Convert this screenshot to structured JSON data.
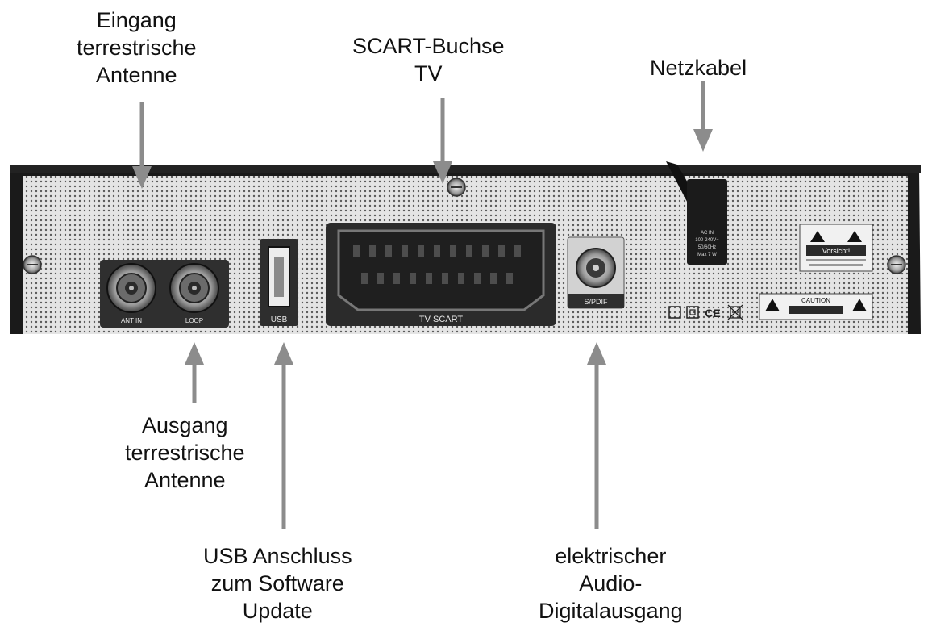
{
  "callouts": {
    "antenna_in": [
      "Eingang",
      "terrestrische",
      "Antenne"
    ],
    "scart": [
      "SCART-Buchse",
      "TV"
    ],
    "power": [
      "Netzkabel"
    ],
    "antenna_out": [
      "Ausgang",
      "terrestrische",
      "Antenne"
    ],
    "usb": [
      "USB Anschluss",
      "zum Software",
      "Update"
    ],
    "spdif": [
      "elektrischer",
      "Audio-",
      "Digitalausgang"
    ]
  },
  "panel_labels": {
    "ant_in": "ANT IN",
    "loop": "LOOP",
    "usb": "USB",
    "tv_scart": "TV SCART",
    "spdif": "S/PDIF",
    "power_rating": [
      "AC IN",
      "100-240V~",
      "50/60Hz",
      "Max 7 W"
    ],
    "warning_top": "Vorsicht!",
    "warning_bottom": "CAUTION",
    "ce_mark": "CE"
  },
  "colors": {
    "arrow": "#8c8c8c",
    "frame": "#1a1a1a",
    "panel": "#d9d9d9",
    "connector_dark": "#2b2b2b"
  }
}
